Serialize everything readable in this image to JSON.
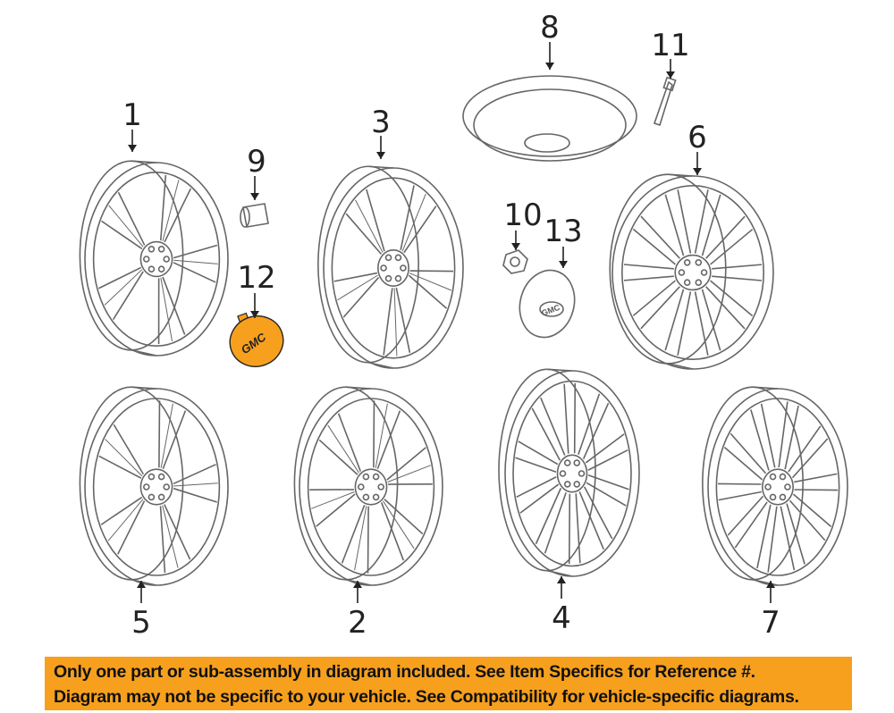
{
  "diagram": {
    "callouts": [
      {
        "id": "1",
        "label": "1"
      },
      {
        "id": "2",
        "label": "2"
      },
      {
        "id": "3",
        "label": "3"
      },
      {
        "id": "4",
        "label": "4"
      },
      {
        "id": "5",
        "label": "5"
      },
      {
        "id": "6",
        "label": "6"
      },
      {
        "id": "7",
        "label": "7"
      },
      {
        "id": "8",
        "label": "8"
      },
      {
        "id": "9",
        "label": "9"
      },
      {
        "id": "10",
        "label": "10"
      },
      {
        "id": "11",
        "label": "11"
      },
      {
        "id": "12",
        "label": "12"
      },
      {
        "id": "13",
        "label": "13"
      }
    ],
    "highlighted_part": "12",
    "cap_logo_text": "GMC",
    "highlight_color": "#f7a01e",
    "line_color": "#666666"
  },
  "banner": {
    "line1": "Only one part or sub-assembly in diagram included. See Item Specifics for Reference #.",
    "line2": "Diagram may not be specific to your vehicle. See Compatibility for vehicle-specific diagrams."
  }
}
